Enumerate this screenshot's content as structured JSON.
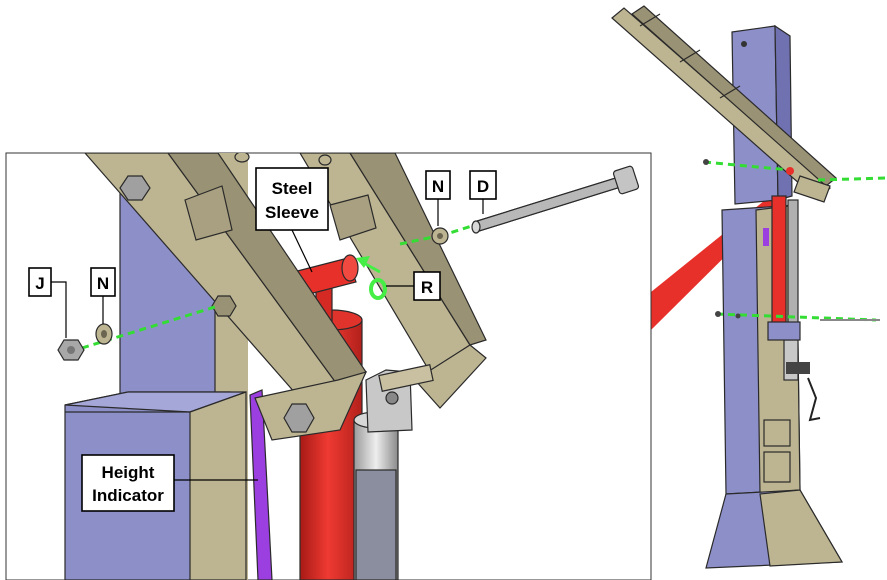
{
  "labels": {
    "steel_sleeve_line1": "Steel",
    "steel_sleeve_line2": "Sleeve",
    "n_right": "N",
    "d": "D",
    "j": "J",
    "n_left": "N",
    "r": "R",
    "height_indicator_line1": "Height",
    "height_indicator_line2": "Indicator"
  },
  "colors": {
    "column_blue": "#8d8fc9",
    "column_dark": "#6f71b0",
    "column_light": "#a5a7d8",
    "beam_khaki": "#bdb592",
    "beam_dark": "#9a9274",
    "cylinder_red": "#e8302a",
    "indicator_purple": "#9b3fe0",
    "washer_green": "#44ee44",
    "bolt_gray": "#b8b8b8"
  }
}
